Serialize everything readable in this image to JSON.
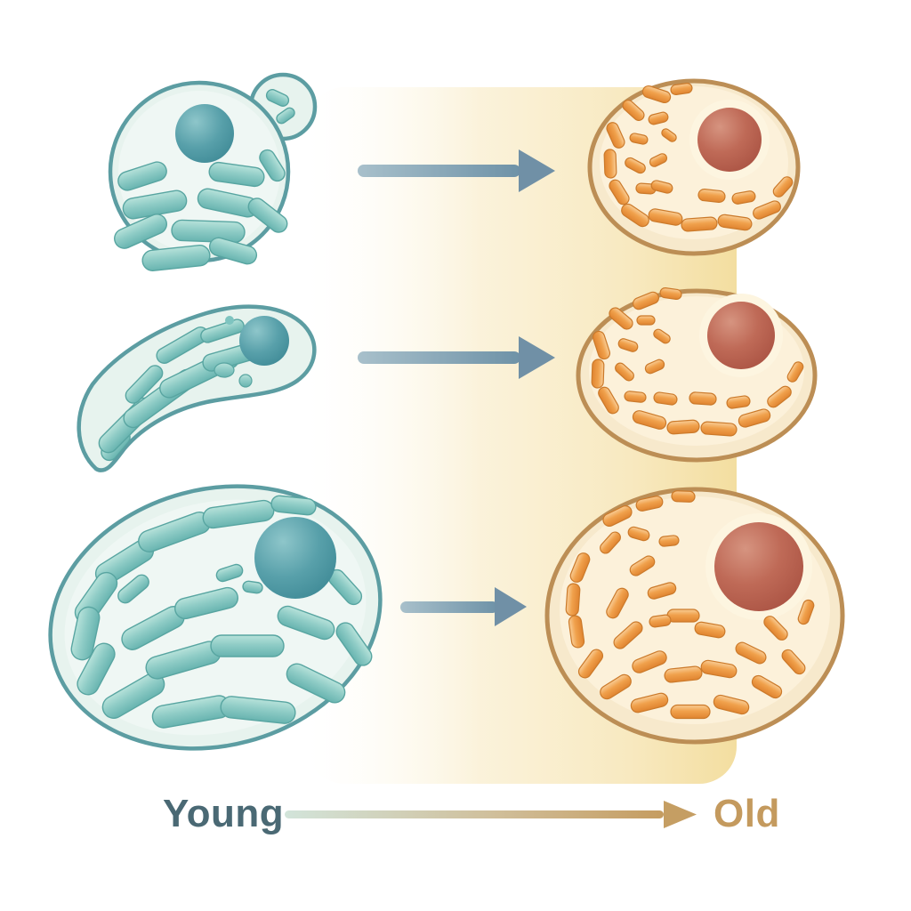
{
  "diagram": {
    "title_implied": "",
    "legend": {
      "young_label": "Young",
      "old_label": "Old"
    },
    "rows": [
      {
        "young_cell": "small budding cell with tubular organelles",
        "old_cell": "round aged cell with fragmented organelles"
      },
      {
        "young_cell": "elongated crescent cell with tubular organelles",
        "old_cell": "oval aged cell with fragmented organelles"
      },
      {
        "young_cell": "large oval cell with tubular organelles",
        "old_cell": "large oval aged cell with fragmented organelles"
      }
    ]
  },
  "colors": {
    "young_outline": "#5c9da2",
    "young_body": "#e7f3ee",
    "young_organelle": "#7ec4c0",
    "young_nucleus": "#47919d",
    "old_outline": "#bc8e55",
    "old_body": "#f7e9cc",
    "old_body_halo": "#fdf4e0",
    "old_organelle": "#ec9540",
    "old_nucleus": "#b96250",
    "row_arrow": "#7d9db1",
    "young_label_color": "#4a6974",
    "old_label_color": "#c49a5e",
    "background_band": "#f7e5ae"
  }
}
